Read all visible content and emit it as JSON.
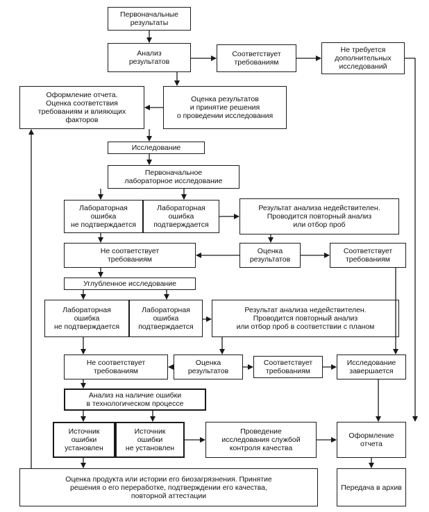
{
  "nodes": {
    "initial_results": "Первоначальные\nрезультаты",
    "analysis_results": "Анализ\nрезультатов",
    "meets_req_top": "Соответствует\nтребованиям",
    "no_further_research": "Не требуется\nдополнительных\nисследований",
    "report_eval": "Оформление отчета.\nОценка соответствия\nтребованиям и влияющих\nфакторов",
    "evaluate_decide": "Оценка результатов\nи принятие решения\nо проведении исследования",
    "investigation": "Исследование",
    "initial_lab": "Первоначальное\nлабораторное исследование",
    "lab_error_not_confirmed_1": "Лабораторная\nошибка\nне подтверждается",
    "lab_error_confirmed_1": "Лабораторная\nошибка\nподтверждается",
    "invalid_result_1": "Результат анализа недействителен.\nПроводится повторный анализ\nили отбор проб",
    "not_meets_req_1": "Не соответствует\nтребованиям",
    "eval_results_1": "Оценка\nрезультатов",
    "meets_req_1": "Соответствует\nтребованиям",
    "in_depth": "Углубленное исследование",
    "lab_error_not_confirmed_2": "Лабораторная\nошибка\nне подтверждается",
    "lab_error_confirmed_2": "Лабораторная\nошибка\nподтверждается",
    "invalid_result_2": "Результат анализа недействителен.\nПроводится повторный анализ\nили отбор проб в соответствии с планом",
    "not_meets_req_2": "Не соответствует\nтребованиям",
    "eval_results_2": "Оценка\nрезультатов",
    "meets_req_2": "Соответствует\nтребованиям",
    "investigation_complete": "Исследование\nзавершается",
    "process_error_analysis": "Анализ на наличие ошибки\nв технологическом процессе",
    "source_established": "Источник\nошибки\nустановлен",
    "source_not_established": "Источник\nошибки\nне установлен",
    "qc_investigation": "Проведение\nисследования службой\nконтроля качества",
    "report": "Оформление\nотчета",
    "product_evaluation": "Оценка продукта или истории его биозагрязнения. Принятие\nрешения о его переработке, подтверждении его качества,\nповторной аттестации",
    "archive": "Передача в архив"
  },
  "colors": {
    "line": "#1a1a1a",
    "background": "#ffffff"
  }
}
